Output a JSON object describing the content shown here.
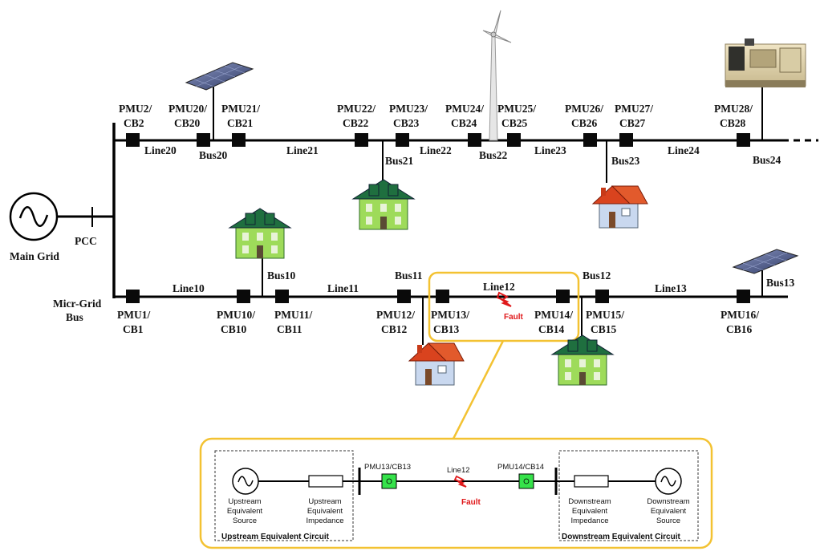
{
  "source": {
    "label": "Main Grid"
  },
  "pcc_label": "PCC",
  "mg_bus_label": [
    "Micr-Grid",
    "Bus"
  ],
  "upper_feeder": {
    "pmus": [
      [
        "PMU2/",
        "CB2"
      ],
      [
        "PMU20/",
        "CB20"
      ],
      [
        "PMU21/",
        "CB21"
      ],
      [
        "PMU22/",
        "CB22"
      ],
      [
        "PMU23/",
        "CB23"
      ],
      [
        "PMU24/",
        "CB24"
      ],
      [
        "PMU25/",
        "CB25"
      ],
      [
        "PMU26/",
        "CB26"
      ],
      [
        "PMU27/",
        "CB27"
      ],
      [
        "PMU28/",
        "CB28"
      ]
    ],
    "lines": [
      "Line20",
      "Line21",
      "Line22",
      "Line23",
      "Line24"
    ],
    "buses": [
      "Bus20",
      "Bus21",
      "Bus22",
      "Bus23",
      "Bus24"
    ]
  },
  "lower_feeder": {
    "pmus": [
      [
        "PMU1/",
        "CB1"
      ],
      [
        "PMU10/",
        "CB10"
      ],
      [
        "PMU11/",
        "CB11"
      ],
      [
        "PMU12/",
        "CB12"
      ],
      [
        "PMU13/",
        "CB13"
      ],
      [
        "PMU14/",
        "CB14"
      ],
      [
        "PMU15/",
        "CB15"
      ],
      [
        "PMU16/",
        "CB16"
      ]
    ],
    "lines": [
      "Line10",
      "Line11",
      "Line12",
      "Line13"
    ],
    "buses": [
      "Bus10",
      "Bus11",
      "Bus12",
      "Bus13"
    ],
    "fault_label": "Fault"
  },
  "inset": {
    "pmu_left": "PMU13/CB13",
    "pmu_right": "PMU14/CB14",
    "line": "Line12",
    "fault": "Fault",
    "upstream_source": [
      "Upstream",
      "Equivalent",
      "Source"
    ],
    "upstream_impedance": [
      "Upstream",
      "Equivalent",
      "Impedance"
    ],
    "downstream_impedance": [
      "Downstream",
      "Equivalent",
      "Impedance"
    ],
    "downstream_source": [
      "Downstream",
      "Equivalent",
      "Source"
    ],
    "upstream_circuit": "Upstream Equivalent  Circuit",
    "downstream_circuit": "Downstream Equivalent  Circuit"
  },
  "colors": {
    "highlight": "#f3c232",
    "pmu_inset": "#35e24a",
    "fault": "#e0191b",
    "house_roof": "#1f6f3f",
    "house_wall": "#9edb5a",
    "cottage_roof": "#d9431e",
    "cottage_wall": "#c9d8ef",
    "solar_panel": "#3f4d7a"
  },
  "icons": [
    "sine-source-icon",
    "solar-panel-icon",
    "wind-turbine-icon",
    "diesel-generator-icon",
    "house-icon",
    "cottage-icon",
    "lightning-fault-icon"
  ]
}
